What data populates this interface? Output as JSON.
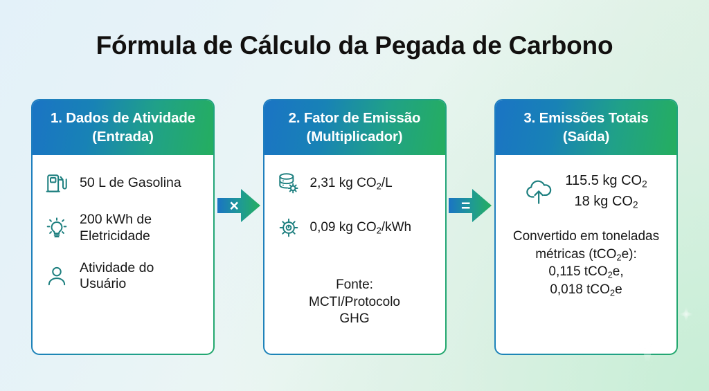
{
  "title": "Fórmula de Cálculo da Pegada de Carbono",
  "colors": {
    "header_gradient_start": "#1a74c4",
    "header_gradient_end": "#25ae5f",
    "icon_teal": "#1d7f7f",
    "text": "#161616",
    "background_start": "#e3f1f9",
    "background_end": "#d8efdf"
  },
  "cards": [
    {
      "header_line1": "1. Dados de Atividade",
      "header_line2": "(Entrada)",
      "items": [
        {
          "icon": "fuel-pump-icon",
          "text": "50 L de Gasolina"
        },
        {
          "icon": "lightbulb-icon",
          "text": "200 kWh de Eletricidade"
        },
        {
          "icon": "user-icon",
          "text": "Atividade do Usuário"
        }
      ]
    },
    {
      "header_line1": "2. Fator de Emissão",
      "header_line2": "(Multiplicador)",
      "items": [
        {
          "icon": "database-gear-icon",
          "value": "2,31 kg CO",
          "sub": "2",
          "unit": "/L"
        },
        {
          "icon": "gear-icon",
          "value": "0,09 kg CO",
          "sub": "2",
          "unit": "/kWh"
        }
      ],
      "note_line1": "Fonte:",
      "note_line2": "MCTI/Protocolo",
      "note_line3": "GHG"
    },
    {
      "header_line1": "3. Emissões Totais",
      "header_line2": "(Saída)",
      "icon": "cloud-upload-icon",
      "values": [
        {
          "value": "115.5 kg CO",
          "sub": "2"
        },
        {
          "value": "18 kg CO",
          "sub": "2"
        }
      ],
      "conversion_line1": "Convertido em toneladas",
      "conversion_line2a": "métricas (tCO",
      "conversion_line2sub": "2",
      "conversion_line2b": "e):",
      "conversion_line3a": "0,115 tCO",
      "conversion_line3sub": "2",
      "conversion_line3b": "e,",
      "conversion_line4a": "0,018 tCO",
      "conversion_line4sub": "2",
      "conversion_line4b": "e"
    }
  ],
  "connectors": [
    {
      "symbol": "×",
      "name": "multiply"
    },
    {
      "symbol": "=",
      "name": "equals"
    }
  ]
}
